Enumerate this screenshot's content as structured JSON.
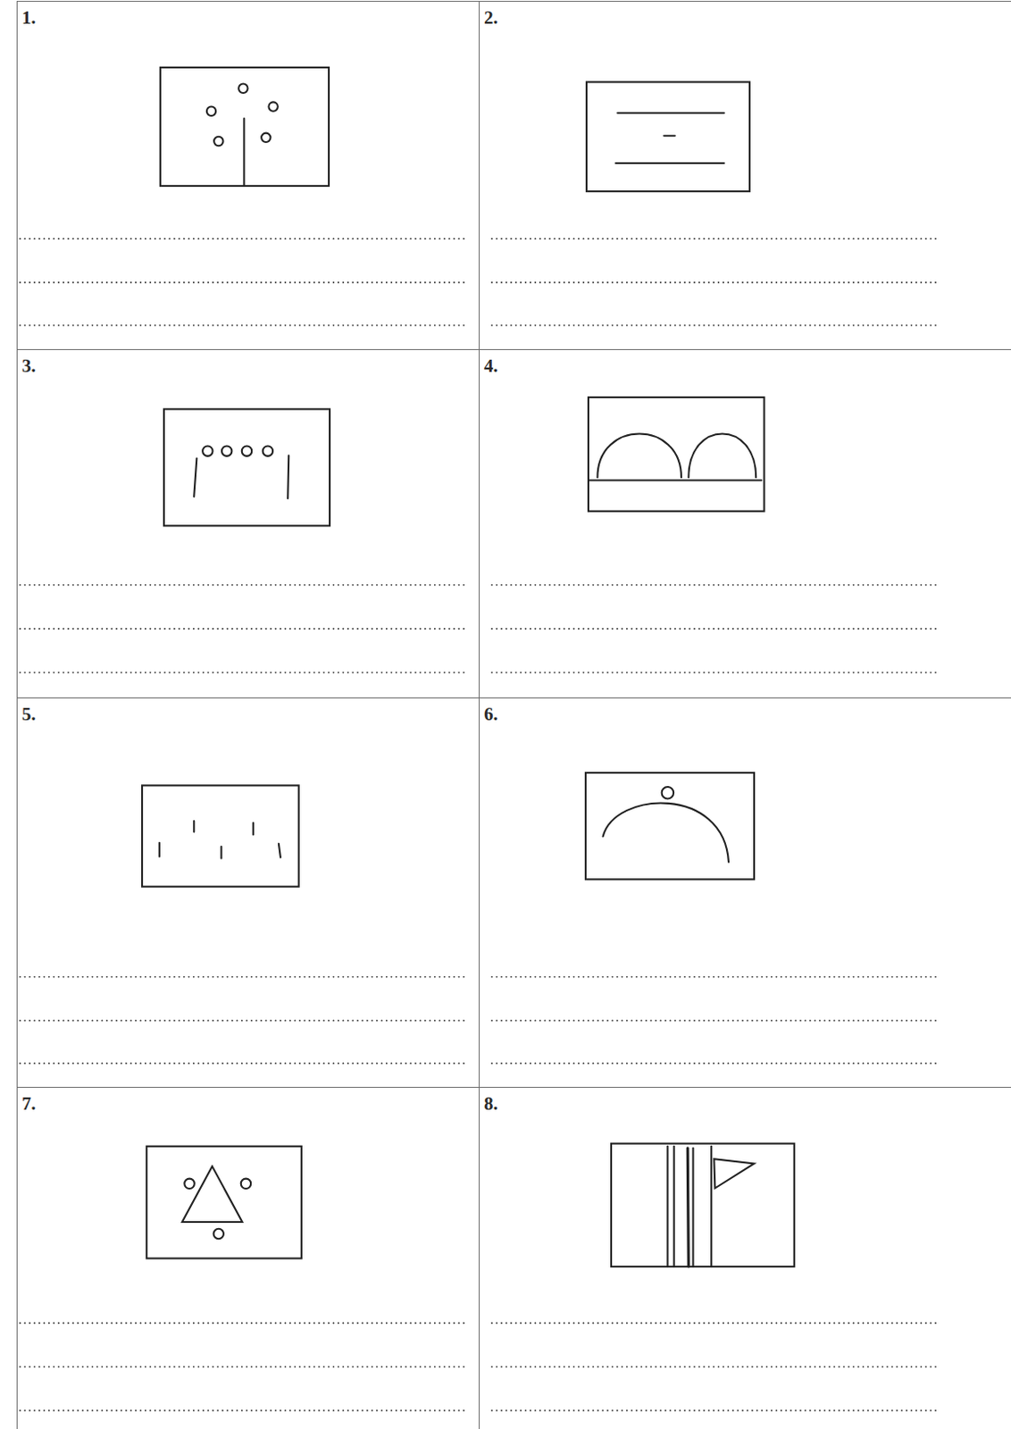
{
  "diagram": {
    "nodes": [
      {
        "text": [
          "1."
        ]
      },
      {
        "text": [
          "2."
        ]
      },
      {
        "text": [
          "3."
        ]
      },
      {
        "text": [
          "4."
        ]
      },
      {
        "text": [
          "5."
        ]
      },
      {
        "text": [
          "6."
        ]
      },
      {
        "text": [
          "7."
        ]
      },
      {
        "text": [
          "8."
        ]
      }
    ]
  }
}
